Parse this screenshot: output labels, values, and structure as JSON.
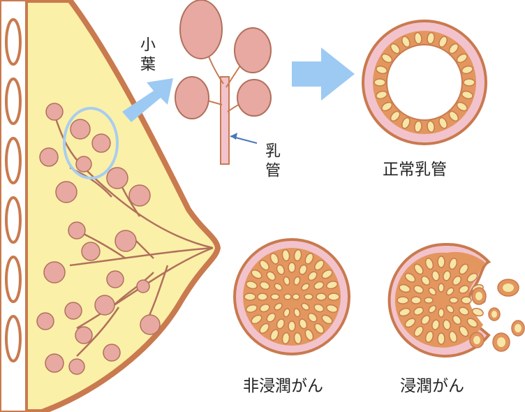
{
  "labels": {
    "lobule": "小葉",
    "duct": "乳管",
    "normal_duct": "正常乳管",
    "non_invasive": "非浸潤がん",
    "invasive": "浸潤がん"
  },
  "colors": {
    "skin_outline": "#c97a4e",
    "breast_fill": "#fbf0a8",
    "lobule_fill": "#e7a9a1",
    "lobule_stroke": "#b0705c",
    "duct_wall_pink": "#f2c3cc",
    "cell_orange": "#e3965e",
    "cell_nucleus": "#f6e7a6",
    "arrow_blue": "#9ccaf3",
    "circle_blue": "#a8cdf0"
  }
}
